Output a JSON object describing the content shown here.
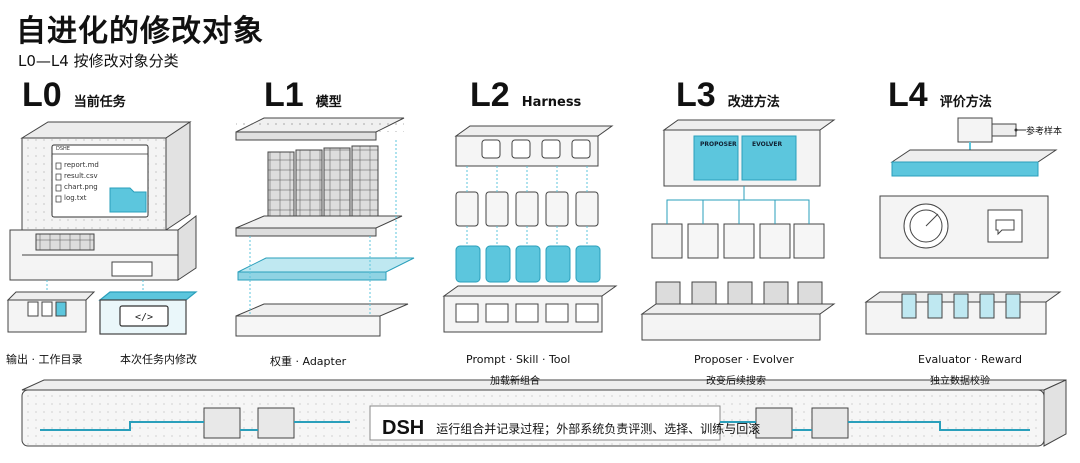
{
  "title": "自进化的修改对象",
  "subtitle": "L0—L4 按修改对象分类",
  "levels": [
    {
      "code": "L0",
      "name": "当前任务",
      "captions": [
        "输出 · 工作目录",
        "本次任务内修改"
      ]
    },
    {
      "code": "L1",
      "name": "模型",
      "captions": [
        "权重 · Adapter"
      ]
    },
    {
      "code": "L2",
      "name": "Harness",
      "captions": [
        "Prompt · Skill · Tool",
        "加载新组合"
      ]
    },
    {
      "code": "L3",
      "name": "改进方法",
      "captions": [
        "Proposer · Evolver",
        "改变后续搜索"
      ]
    },
    {
      "code": "L4",
      "name": "评价方法",
      "captions": [
        "Evaluator · Reward",
        "独立数据校验"
      ]
    }
  ],
  "l0_files": [
    "report.md",
    "result.csv",
    "chart.png",
    "log.txt"
  ],
  "l0_window_label": "DSHE",
  "l3_panels": [
    "PROPOSER",
    "EVOLVER"
  ],
  "l4_reference": "参考样本",
  "dsh": {
    "code": "DSH",
    "description": "运行组合并记录过程；外部系统负责评测、选择、训练与回滚"
  },
  "colors": {
    "accent": "#5cc6dd",
    "accent_dark": "#2a9fbb",
    "frame": "#444444",
    "panel": "#f2f2f2"
  }
}
